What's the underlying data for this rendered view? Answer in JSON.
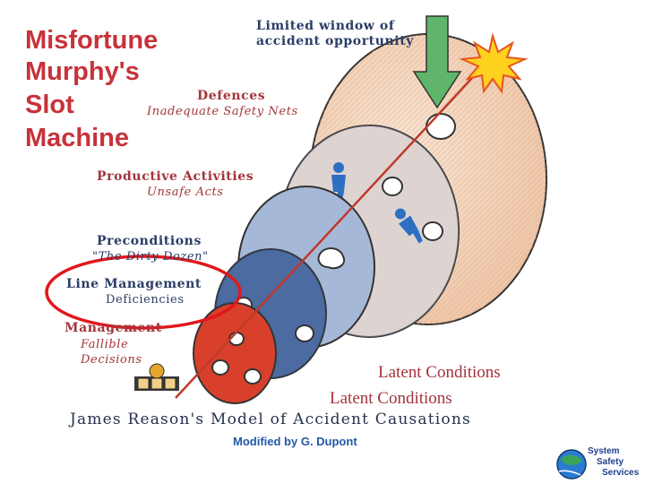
{
  "title": {
    "lines": [
      "Misfortune",
      "Murphy's",
      "Slot",
      "Machine"
    ]
  },
  "window_label": {
    "line1": "Limited window of",
    "line2": "accident opportunity"
  },
  "layers": [
    {
      "main": "Defences",
      "sub": "Inadequate Safety Nets"
    },
    {
      "main": "Productive Activities",
      "sub": "Unsafe Acts"
    },
    {
      "main": "Preconditions",
      "sub": "\"The Dirty Dozen\""
    },
    {
      "main": "Line Management",
      "sub": "Deficiencies"
    },
    {
      "main": "Management",
      "sub": "Fallible Decisions"
    }
  ],
  "latent": [
    "Latent Conditions",
    "Latent Conditions"
  ],
  "model_title": "James Reason's Model of Accident Causations",
  "modified_by": "Modified by G. Dupont",
  "logo": {
    "line1": "System",
    "line2": "Safety",
    "line3": "Services"
  },
  "colors": {
    "title": "#c7323a",
    "slice_cream": "#f3d2b8",
    "slice_blue_light": "#a3b6d6",
    "slice_blue_mid": "#5f7fb3",
    "slice_blue_dark": "#2f4c85",
    "slice_red": "#d9402b",
    "arrow": "#5fb56a",
    "highlight_ring": "#e0181d"
  }
}
